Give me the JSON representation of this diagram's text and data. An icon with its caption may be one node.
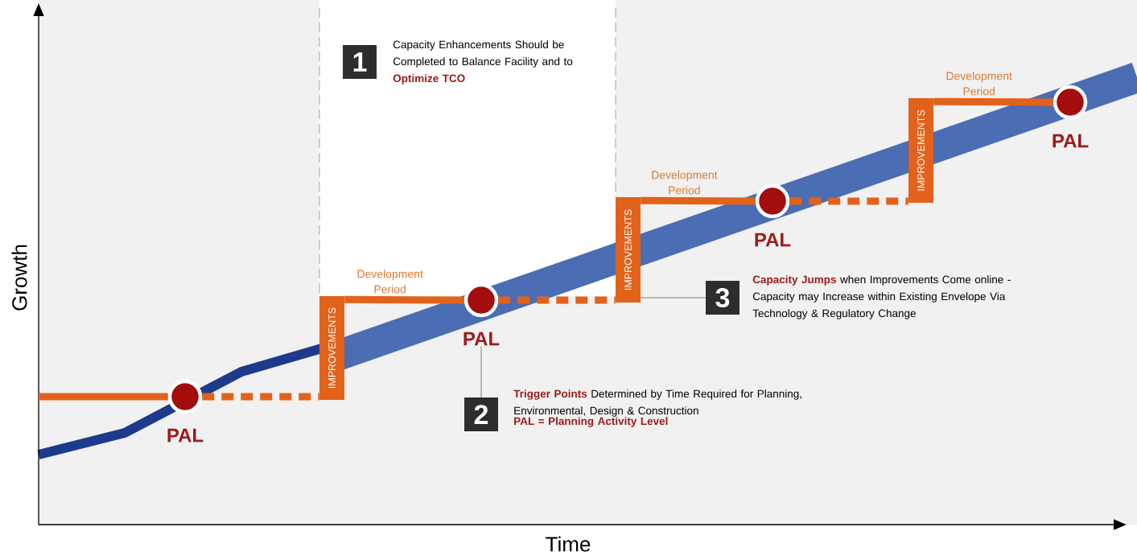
{
  "diagram": {
    "nodes": [
      {
        "text": [
          "1"
        ],
        "beside": [
          "Capacity Enhancements Should be Completed to Balance Facility and to **Optimize TCO**"
        ]
      },
      {
        "text": [
          "PAL"
        ]
      },
      {
        "text": [
          "IMPROVEMENTS"
        ]
      },
      {
        "text": [
          "PAL"
        ]
      },
      {
        "text": [
          "IMPROVEMENTS"
        ]
      },
      {
        "text": [
          "PAL"
        ]
      },
      {
        "text": [
          "IMPROVEMENTS"
        ]
      },
      {
        "text": [
          "PAL"
        ]
      },
      {
        "text": [
          "2"
        ],
        "beside": [
          "**Trigger Points** Determined by Time Required for Planning, Environmental, Design & Construction",
          "PAL = Planning Activity Level"
        ]
      },
      {
        "text": [
          "3"
        ],
        "beside": [
          "**Capacity Jumps** when Improvements Come online - Capacity may Increase within Existing Envelope Via Technology & Regulatory Change"
        ]
      }
    ],
    "edges": [
      {
        "from": null,
        "to": 1,
        "arrow": "none"
      },
      {
        "from": 1,
        "to": 2,
        "arrow": "none",
        "style": "dashed"
      },
      {
        "from": 2,
        "to": 3,
        "arrow": "none",
        "label": "Development Period"
      },
      {
        "from": 3,
        "to": 4,
        "arrow": "none",
        "style": "dashed"
      },
      {
        "from": 4,
        "to": 5,
        "arrow": "none",
        "label": "Development Period"
      },
      {
        "from": 5,
        "to": 6,
        "arrow": "none",
        "style": "dashed"
      },
      {
        "from": 6,
        "to": 7,
        "arrow": "none",
        "label": "Development Period"
      },
      {
        "from": 3,
        "to": 8,
        "arrow": "none",
        "color": "#808080"
      },
      {
        "from": 4,
        "to": 9,
        "arrow": "none",
        "color": "#808080"
      }
    ],
    "labels": [
      "Growth",
      "Time"
    ]
  }
}
